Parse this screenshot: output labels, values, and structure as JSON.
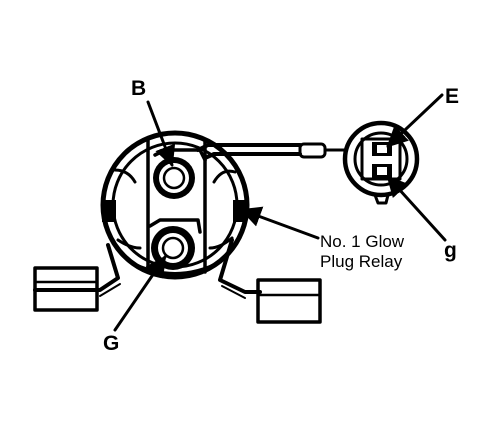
{
  "labels": {
    "terminal_B": "B",
    "terminal_G": "G",
    "connector_E": "E",
    "connector_g": "g",
    "relay_line1": "No. 1 Glow",
    "relay_line2": "Plug Relay"
  },
  "colors": {
    "ink": "#000000",
    "background": "#ffffff"
  }
}
